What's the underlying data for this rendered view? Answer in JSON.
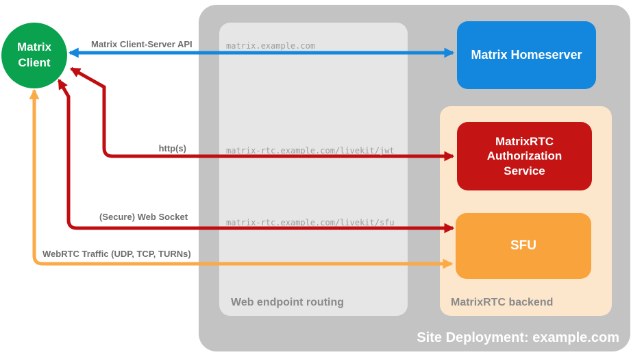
{
  "title": "MatrixRTC site deployment diagram",
  "colors": {
    "site_container": "#c3c3c3",
    "routing_box": "#e6e6e6",
    "backend_box": "#fce7cd",
    "homeserver": "#1287dd",
    "auth_service": "#c51414",
    "sfu": "#f9a33c",
    "client": "#0aa14f",
    "arrow_blue": "#1287dd",
    "arrow_red": "#c00d10",
    "arrow_orange": "#fbaa45",
    "arrow_label_gray": "#6e6e6e",
    "url_gray": "#9e9e9e",
    "container_label_gray": "#8a8a8a",
    "node_text": "#ffffff"
  },
  "containers": {
    "site": {
      "label": "Site Deployment: example.com"
    },
    "routing": {
      "label": "Web endpoint routing"
    },
    "backend": {
      "label": "MatrixRTC backend"
    }
  },
  "nodes": {
    "client": {
      "lines": [
        "Matrix",
        "Client"
      ]
    },
    "homeserver": {
      "label": "Matrix Homeserver"
    },
    "auth_service": {
      "label": "MatrixRTC Authorization Service"
    },
    "sfu": {
      "label": "SFU"
    }
  },
  "routes": {
    "homeserver": "matrix.example.com",
    "jwt": "matrix-rtc.example.com/livekit/jwt",
    "sfu": "matrix-rtc.example.com/livekit/sfu"
  },
  "arrows": {
    "client_server_api": {
      "label": "Matrix Client-Server API",
      "color": "#1287dd",
      "from": "Matrix Client",
      "to": "Matrix Homeserver",
      "bidirectional": true
    },
    "https": {
      "label": "http(s)",
      "color": "#c00d10",
      "from": "Matrix Client",
      "to": "MatrixRTC Authorization Service",
      "bidirectional": true
    },
    "websocket": {
      "label": "(Secure) Web Socket",
      "color": "#c00d10",
      "from": "Matrix Client",
      "to": "SFU",
      "bidirectional": true
    },
    "webrtc": {
      "label": "WebRTC Traffic (UDP, TCP, TURNs)",
      "color": "#fbaa45",
      "from": "Matrix Client",
      "to": "SFU",
      "bidirectional": true
    }
  }
}
